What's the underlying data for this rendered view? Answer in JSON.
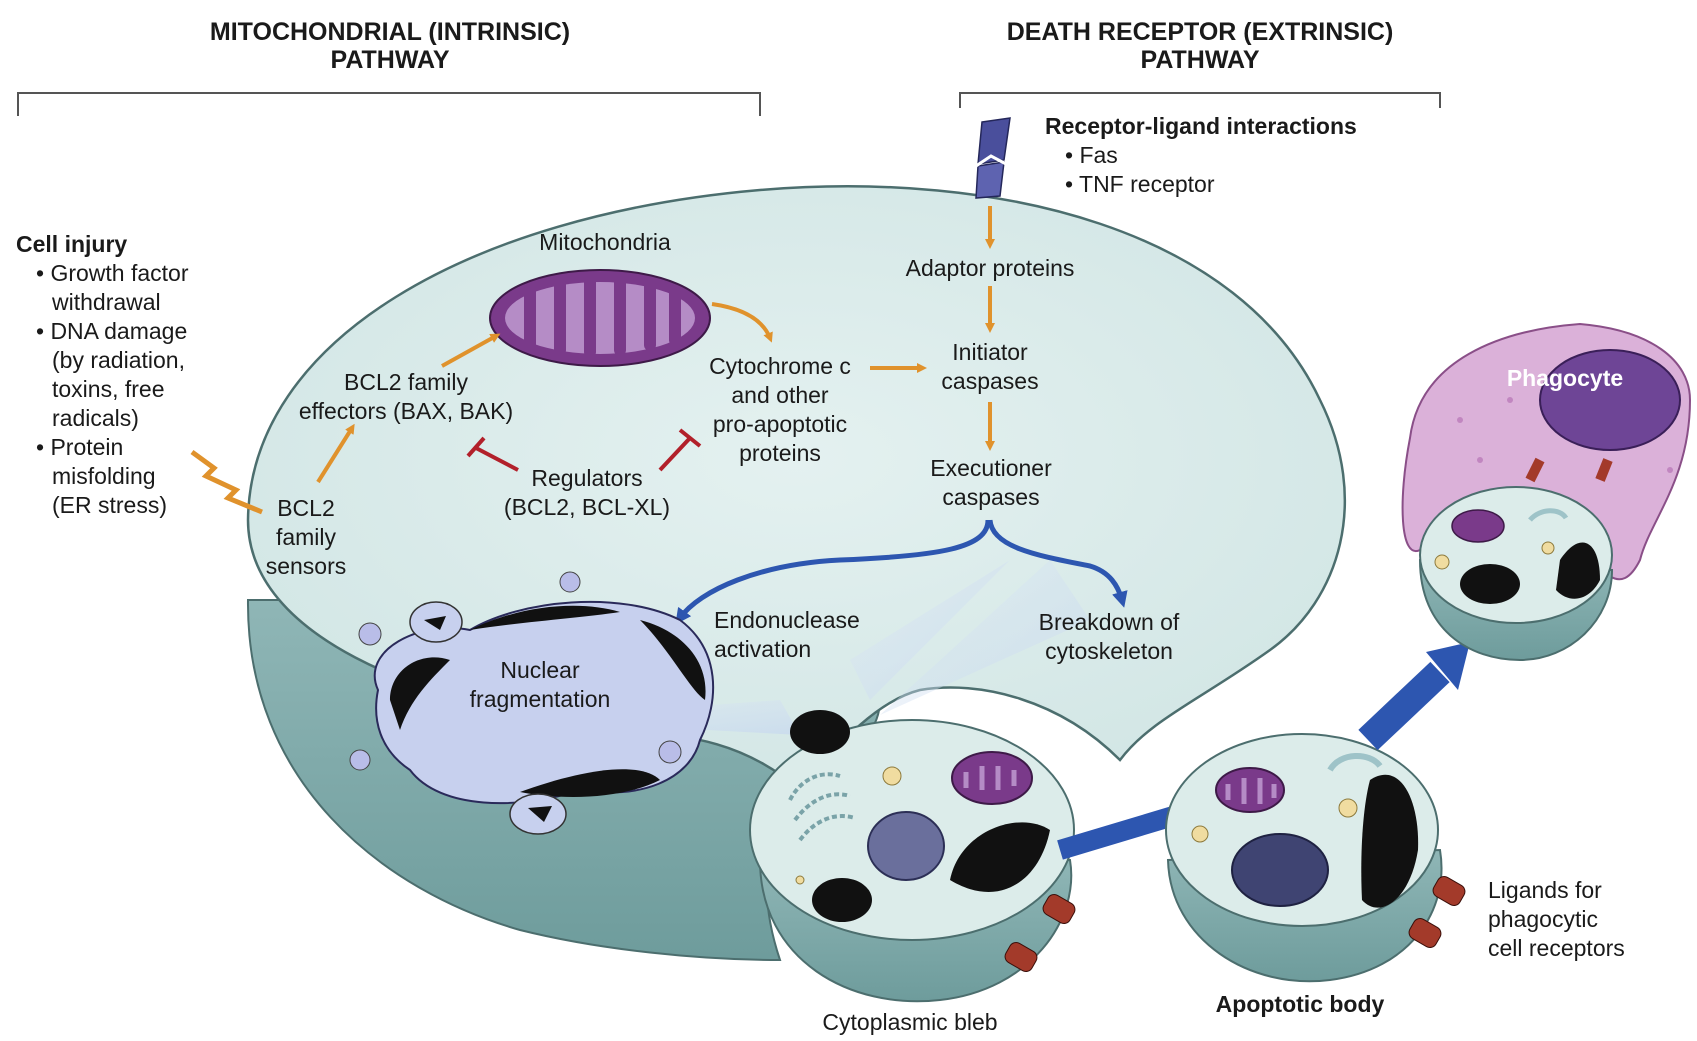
{
  "headers": {
    "intrinsic": [
      "MITOCHONDRIAL (INTRINSIC)",
      "PATHWAY"
    ],
    "extrinsic": [
      "DEATH RECEPTOR (EXTRINSIC)",
      "PATHWAY"
    ]
  },
  "cell_injury": {
    "title": "Cell injury",
    "lines": [
      "• Growth factor",
      "withdrawal",
      "• DNA damage",
      "(by radiation,",
      "toxins, free",
      "radicals)",
      "• Protein",
      "misfolding",
      "(ER stress)"
    ]
  },
  "receptor_ligand": {
    "title": "Receptor-ligand interactions",
    "items": [
      "• Fas",
      "• TNF receptor"
    ]
  },
  "labels": {
    "mitochondria": "Mitochondria",
    "bcl2_effectors": [
      "BCL2 family",
      "effectors (BAX, BAK)"
    ],
    "bcl2_sensors": [
      "BCL2",
      "family",
      "sensors"
    ],
    "regulators": [
      "Regulators",
      "(BCL2, BCL-XL)"
    ],
    "cytochrome": [
      "Cytochrome c",
      "and other",
      "pro-apoptotic",
      "proteins"
    ],
    "adaptor": "Adaptor proteins",
    "initiator": [
      "Initiator",
      "caspases"
    ],
    "executioner": [
      "Executioner",
      "caspases"
    ],
    "endonuclease": [
      "Endonuclease",
      "activation"
    ],
    "breakdown": [
      "Breakdown of",
      "cytoskeleton"
    ],
    "nuclear": [
      "Nuclear",
      "fragmentation"
    ],
    "phagocyte": "Phagocyte",
    "ligands": [
      "Ligands for",
      "phagocytic",
      "cell receptors"
    ],
    "apoptotic_body": "Apoptotic body",
    "bleb": "Cytoplasmic bleb"
  },
  "colors": {
    "cell_fill": "#d6e9e8",
    "cell_side": "#9fc2c1",
    "arrow_orange": "#e0922c",
    "arrow_blue": "#2d56b0",
    "inhibit_red": "#b2202a",
    "mito_purple": "#7a3a8a",
    "phagocyte_pink": "#dbb1d9",
    "receptor_blue": "#4a4f9c"
  }
}
